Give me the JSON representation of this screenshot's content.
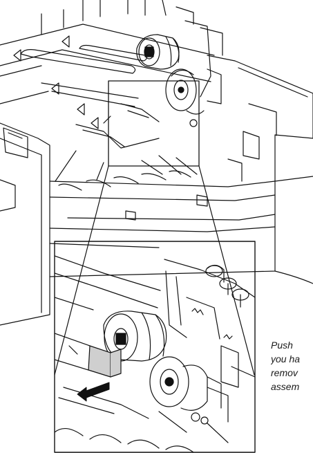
{
  "caption": {
    "lines": [
      "Push",
      "you ha",
      "remov",
      "assem"
    ]
  },
  "figure": {
    "line_color": "#111111",
    "highlight_fill": "#cfcfcf",
    "icons": [
      "pickup-roller",
      "arrow-left",
      "zoom-detail-frame"
    ]
  }
}
